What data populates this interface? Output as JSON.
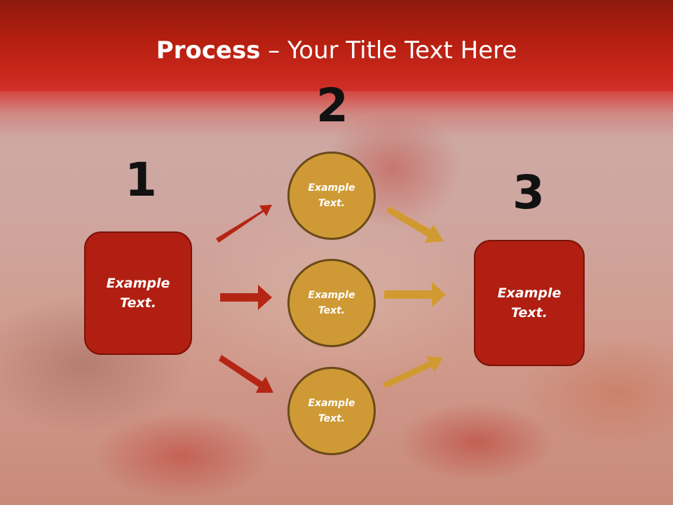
{
  "title": {
    "bold": "Process",
    "rest": " – Your Title Text Here"
  },
  "steps": [
    {
      "number": "1",
      "label_line1": "Example",
      "label_line2": "Text."
    },
    {
      "number": "2"
    },
    {
      "number": "3",
      "label_line1": "Example",
      "label_line2": "Text."
    }
  ],
  "circles": [
    {
      "label_line1": "Example",
      "label_line2": "Text."
    },
    {
      "label_line1": "Example",
      "label_line2": "Text."
    },
    {
      "label_line1": "Example",
      "label_line2": "Text."
    }
  ],
  "colors": {
    "banner": "#b51f10",
    "box": "#b01f12",
    "circle": "#cf9a35",
    "arrow_red": "#b52514",
    "arrow_gold": "#d19a30"
  }
}
